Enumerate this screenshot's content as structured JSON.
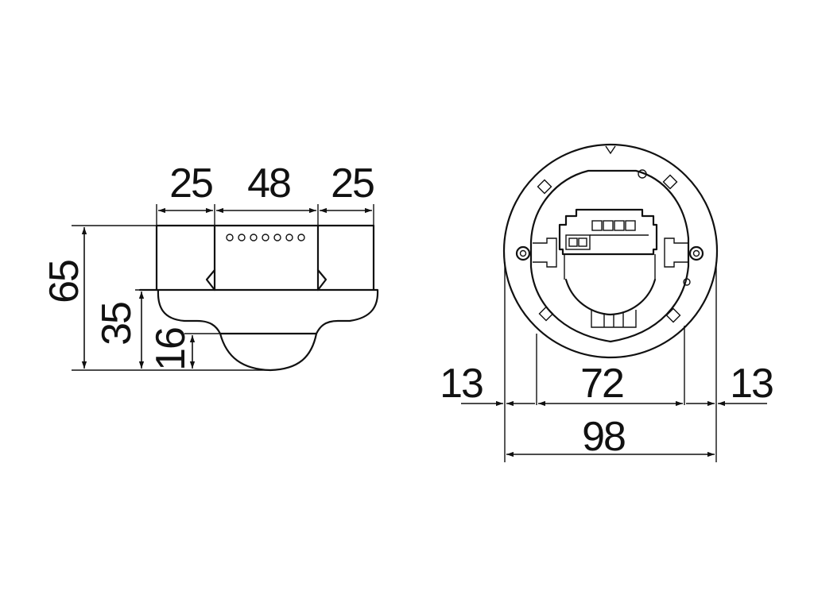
{
  "side_view": {
    "dimensions": {
      "width_left": "25",
      "width_middle": "48",
      "width_right": "25",
      "height_total": "65",
      "height_body": "35",
      "height_dome": "16"
    }
  },
  "top_view": {
    "dimensions": {
      "offset_left": "13",
      "inner_width": "72",
      "offset_right": "13",
      "outer_width": "98"
    }
  },
  "colors": {
    "line": "#111111",
    "background": "#ffffff"
  }
}
